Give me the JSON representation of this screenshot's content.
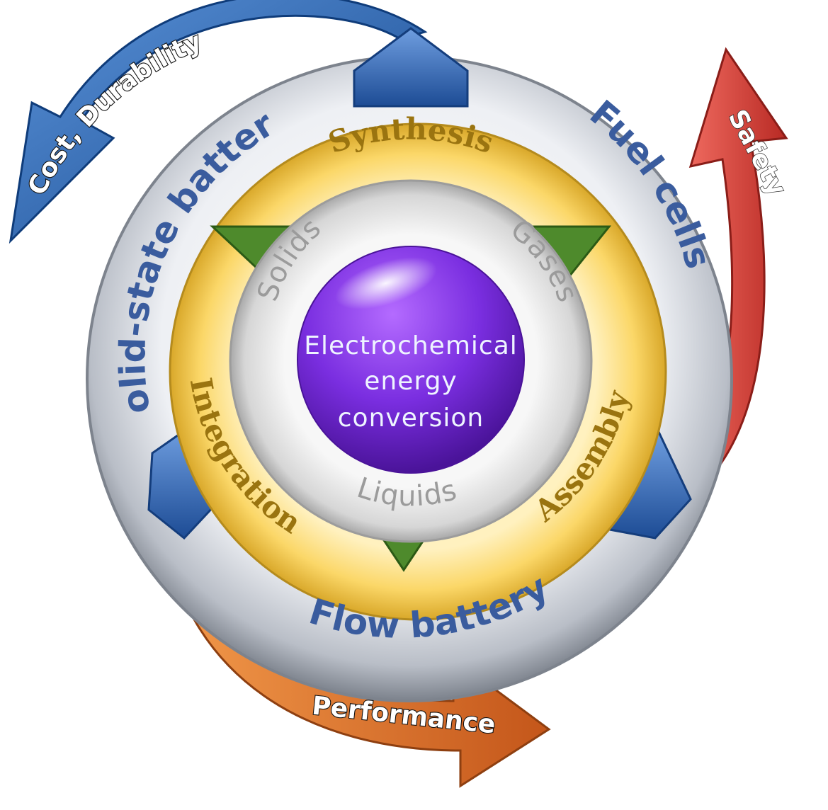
{
  "core": {
    "line1": "Electrochemical",
    "line2": "energy",
    "line3": "conversion"
  },
  "inner_ring": {
    "solids": "Solids",
    "gases": "Gases",
    "liquids": "Liquids"
  },
  "middle_ring": {
    "synthesis": "Synthesis",
    "assembly": "Assembly",
    "integration": "Integration"
  },
  "outer_ring": {
    "solid_state_battery": "Solid-state battery",
    "fuel_cells": "Fuel cells",
    "flow_battery": "Flow battery"
  },
  "outer_arrows": {
    "cost_durability": "Cost, Durability",
    "safety": "Safety",
    "performance": "Performance"
  },
  "colors": {
    "core_sphere": "#7a2ee0",
    "inner_ring": "#d9d9d9",
    "middle_ring": "#f7cf5a",
    "outer_ring": "#e8ebf0",
    "ring_text": "#3a5c9e",
    "middle_text": "#9a7410",
    "inner_text": "#9b9b9b",
    "green_triangle": "#4e8a2c",
    "blue_marker": "#2f5fa8",
    "arrow_cost": "#1f5fae",
    "arrow_safety": "#d9443c",
    "arrow_performance": "#e07a26"
  }
}
